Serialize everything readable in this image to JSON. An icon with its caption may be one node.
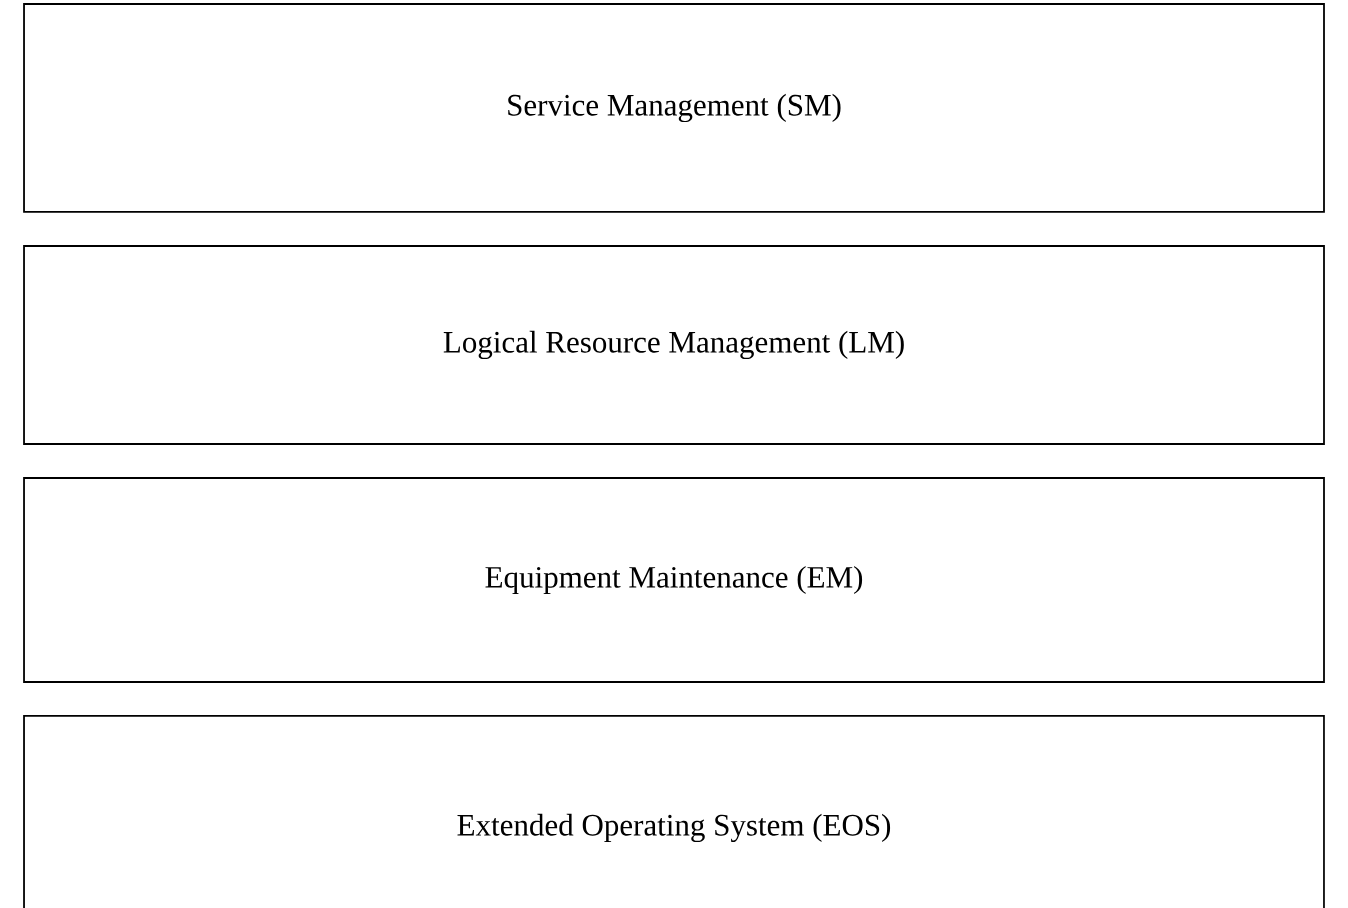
{
  "diagram": {
    "nodes": [
      {
        "text": [
          "Service Management (SM)"
        ]
      },
      {
        "text": [
          "Logical Resource Management (LM)"
        ]
      },
      {
        "text": [
          "Equipment Maintenance (EM)"
        ]
      },
      {
        "text": [
          "Extended Operating System (EOS)"
        ]
      }
    ]
  }
}
